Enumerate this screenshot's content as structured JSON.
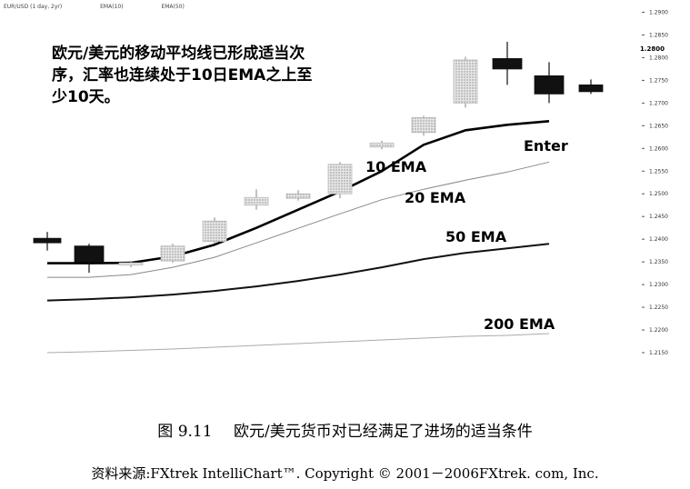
{
  "legend": {
    "pair_label": "EUR/USD (1 day, 2yr)",
    "ema10_label": "EMA(10)",
    "ema50_label": "EMA(50)"
  },
  "annotation": "欧元/美元的移动平均线已形成适当次序，汇率也连续处于10日EMA之上至少10天。",
  "caption": {
    "figure_number": "图 9.11",
    "figure_title": "欧元/美元货币对已经满足了进场的适当条件",
    "source": "资料来源:FXtrek IntelliChart™. Copyright © 2001－2006FXtrek. com, Inc."
  },
  "colors": {
    "bear_candle": "#111111",
    "bull_candle_fill": "#d9d9d9",
    "ema10": "#000000",
    "ema20": "#888888",
    "ema50": "#111111",
    "ema200": "#aaaaaa"
  },
  "chart_data": {
    "type": "candlestick",
    "ylim": [
      1.213,
      1.2915
    ],
    "y_ticks": [
      "1.2900",
      "1.2850",
      "1.2800",
      "1.2750",
      "1.2700",
      "1.2650",
      "1.2600",
      "1.2550",
      "1.2500",
      "1.2450",
      "1.2400",
      "1.2350",
      "1.2300",
      "1.2250",
      "1.2200",
      "1.2150"
    ],
    "tick_label_note": "1.2800",
    "candles": [
      {
        "open": 1.2402,
        "close": 1.2392,
        "high": 1.2416,
        "low": 1.2375
      },
      {
        "open": 1.2385,
        "close": 1.235,
        "high": 1.239,
        "low": 1.2326
      },
      {
        "open": 1.2343,
        "close": 1.2348,
        "high": 1.2352,
        "low": 1.2338
      },
      {
        "open": 1.2352,
        "close": 1.2385,
        "high": 1.239,
        "low": 1.2348
      },
      {
        "open": 1.2395,
        "close": 1.244,
        "high": 1.2448,
        "low": 1.239
      },
      {
        "open": 1.2475,
        "close": 1.2492,
        "high": 1.251,
        "low": 1.2465
      },
      {
        "open": 1.249,
        "close": 1.25,
        "high": 1.2508,
        "low": 1.2485
      },
      {
        "open": 1.25,
        "close": 1.2565,
        "high": 1.257,
        "low": 1.249
      },
      {
        "open": 1.2603,
        "close": 1.2612,
        "high": 1.2617,
        "low": 1.2598
      },
      {
        "open": 1.2635,
        "close": 1.2668,
        "high": 1.2672,
        "low": 1.2628
      },
      {
        "open": 1.27,
        "close": 1.2795,
        "high": 1.2802,
        "low": 1.269
      },
      {
        "open": 1.2798,
        "close": 1.2775,
        "high": 1.2835,
        "low": 1.274
      },
      {
        "open": 1.276,
        "close": 1.272,
        "high": 1.279,
        "low": 1.27
      },
      {
        "open": 1.274,
        "close": 1.2725,
        "high": 1.2752,
        "low": 1.272
      }
    ],
    "series": [
      {
        "name": "10 EMA",
        "values": [
          1.2347,
          1.2347,
          1.2348,
          1.2362,
          1.2388,
          1.2425,
          1.2465,
          1.2505,
          1.255,
          1.2608,
          1.264,
          1.2652,
          1.266
        ]
      },
      {
        "name": "20 EMA",
        "values": [
          1.2316,
          1.2316,
          1.2322,
          1.2338,
          1.236,
          1.2392,
          1.2424,
          1.2456,
          1.2487,
          1.251,
          1.253,
          1.2548,
          1.257
        ]
      },
      {
        "name": "50 EMA",
        "values": [
          1.2265,
          1.2268,
          1.2272,
          1.2278,
          1.2286,
          1.2296,
          1.2308,
          1.2322,
          1.2338,
          1.2356,
          1.237,
          1.238,
          1.239
        ]
      },
      {
        "name": "200 EMA",
        "values": [
          1.215,
          1.2152,
          1.2155,
          1.2158,
          1.2162,
          1.2166,
          1.217,
          1.2174,
          1.2178,
          1.2182,
          1.2186,
          1.2188,
          1.2192
        ]
      }
    ],
    "series_labels": [
      "10 EMA",
      "20 EMA",
      "50 EMA",
      "200 EMA",
      "Enter"
    ],
    "annotation": "Enter"
  }
}
